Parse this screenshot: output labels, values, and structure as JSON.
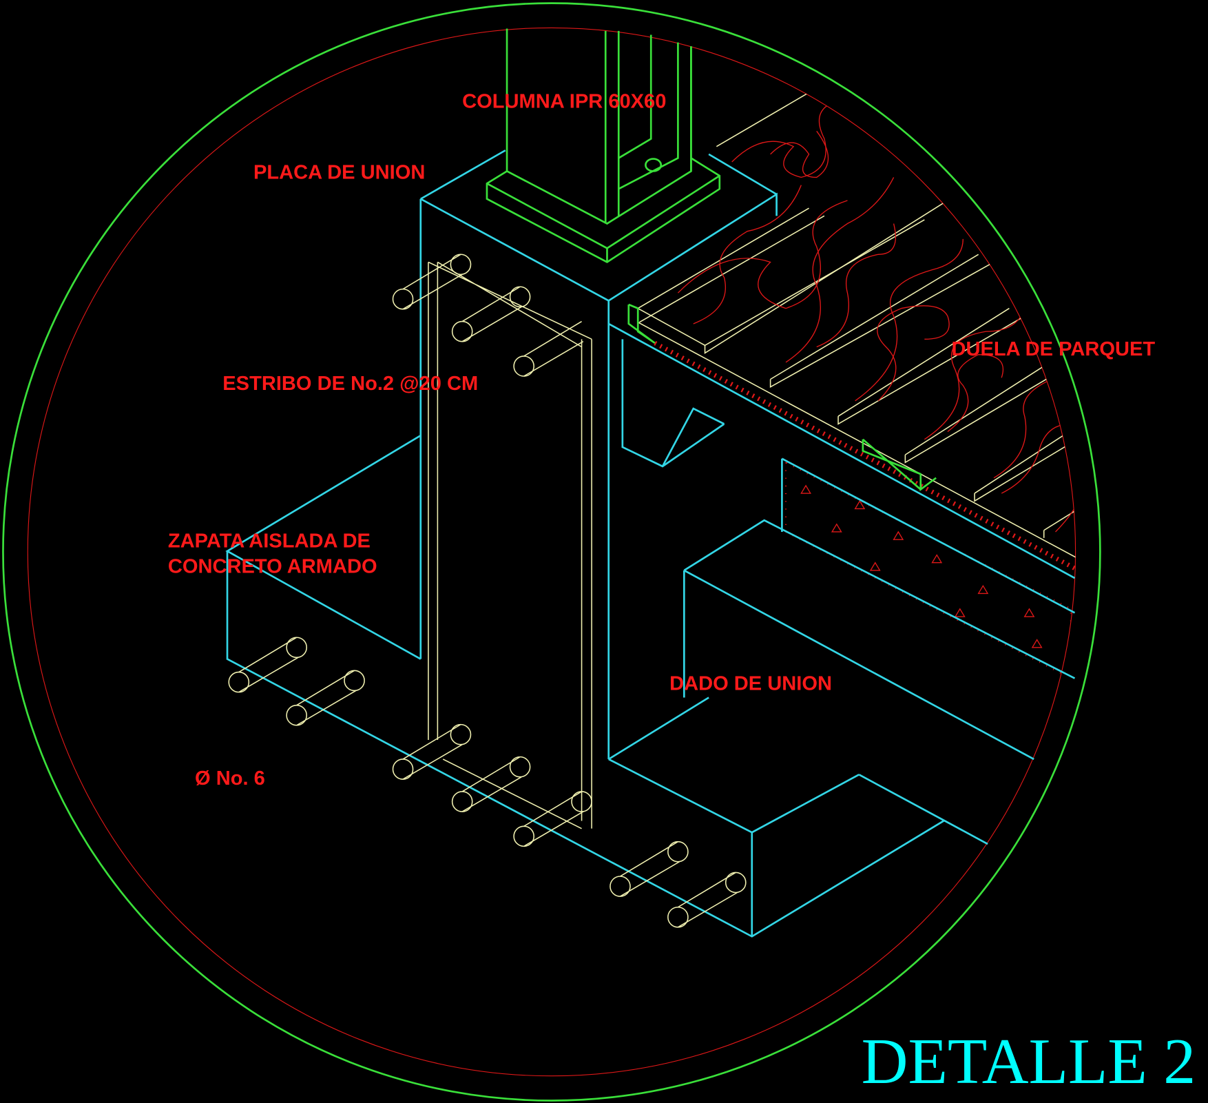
{
  "drawing": {
    "title": "DETALLE 2",
    "labels": {
      "column": "COLUMNA IPR 60X60",
      "plate": "PLACA DE UNION",
      "stirrup": "ESTRIBO DE No.2 @20 CM",
      "parquet": "DUELA DE PARQUET",
      "footing_line1": "ZAPATA AISLADA DE",
      "footing_line2": "CONCRETO ARMADO",
      "dado": "DADO DE UNION",
      "rebar": "Ø No. 6"
    },
    "colors": {
      "background": "#000000",
      "outline_circle": "#3ae03a",
      "inner_circle": "#e01818",
      "concrete": "#33d6e6",
      "steel": "#3ae03a",
      "rebar": "#f0f0b0",
      "labels": "#ff1a1a",
      "title": "#00ffff"
    }
  }
}
